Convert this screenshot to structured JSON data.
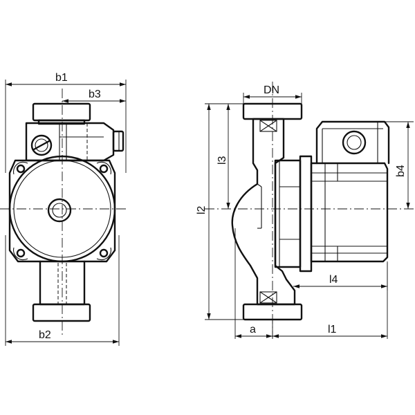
{
  "colors": {
    "line": "#111111",
    "background": "#ffffff"
  },
  "front_view": {
    "labels": {
      "b1": "b1",
      "b2": "b2",
      "b3": "b3"
    }
  },
  "side_view": {
    "labels": {
      "dn": "DN",
      "l1": "l1",
      "l2": "l2",
      "l3": "l3",
      "l4": "l4",
      "a": "a",
      "b4": "b4"
    }
  }
}
